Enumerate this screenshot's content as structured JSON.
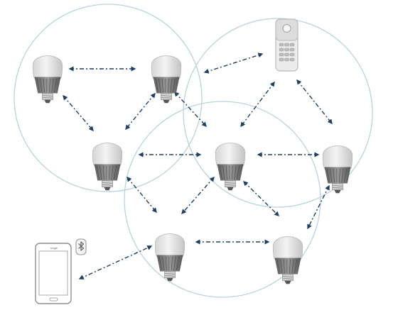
{
  "diagram": {
    "phone": {
      "brand_text": "ungle"
    },
    "colors": {
      "circle": "#b9d3dd",
      "arrow": "#1f3f63",
      "bulb_dome": "#e3e3e3",
      "bulb_base": "#7a7a7a",
      "device": "#c8c8c8"
    },
    "nodes": [
      {
        "id": "bulb-1",
        "kind": "bulb"
      },
      {
        "id": "bulb-2",
        "kind": "bulb"
      },
      {
        "id": "bulb-3",
        "kind": "bulb"
      },
      {
        "id": "bulb-4",
        "kind": "bulb"
      },
      {
        "id": "bulb-5",
        "kind": "bulb"
      },
      {
        "id": "bulb-6",
        "kind": "bulb"
      },
      {
        "id": "bulb-7",
        "kind": "bulb"
      },
      {
        "id": "remote",
        "kind": "remote-control"
      },
      {
        "id": "phone",
        "kind": "smartphone"
      },
      {
        "id": "bluetooth",
        "kind": "bluetooth-badge"
      }
    ],
    "links": [
      [
        "bulb-1",
        "bulb-2"
      ],
      [
        "bulb-1",
        "bulb-3"
      ],
      [
        "bulb-2",
        "bulb-3"
      ],
      [
        "bulb-2",
        "remote"
      ],
      [
        "bulb-2",
        "bulb-4"
      ],
      [
        "bulb-3",
        "bulb-4"
      ],
      [
        "bulb-3",
        "bulb-6"
      ],
      [
        "remote",
        "bulb-4"
      ],
      [
        "remote",
        "bulb-5"
      ],
      [
        "bulb-4",
        "bulb-5"
      ],
      [
        "bulb-4",
        "bulb-6"
      ],
      [
        "bulb-4",
        "bulb-7"
      ],
      [
        "bulb-6",
        "bulb-7"
      ],
      [
        "bulb-5",
        "bulb-7"
      ],
      [
        "phone",
        "bulb-6"
      ]
    ]
  }
}
